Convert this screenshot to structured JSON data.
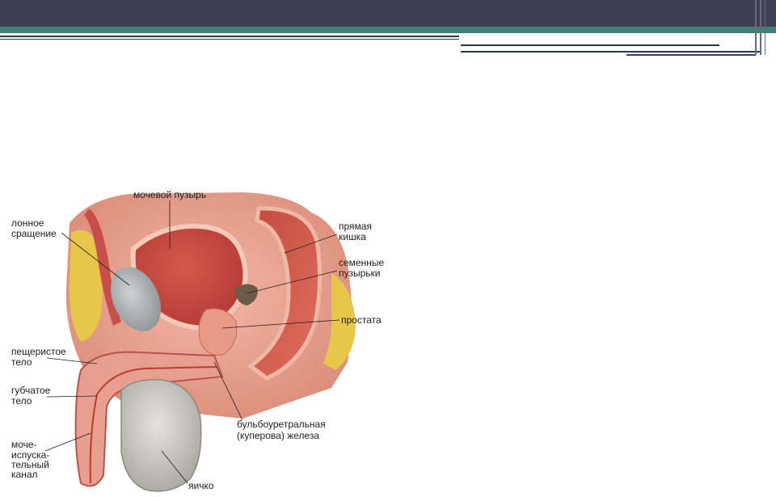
{
  "slide": {
    "colors": {
      "header": "#3d3f52",
      "accent": "#3f7f7a",
      "rule": "#2a3a45"
    }
  },
  "diagram": {
    "labels": {
      "bladder": "мочевой пузырь",
      "pubic_symphysis_1": "лонное",
      "pubic_symphysis_2": "сращение",
      "rectum_1": "прямая",
      "rectum_2": "кишка",
      "seminal_1": "семенные",
      "seminal_2": "пузырьки",
      "prostate": "простата",
      "cavernous_1": "пещеристое",
      "cavernous_2": "тело",
      "spongy_1": "губчатое",
      "spongy_2": "тело",
      "bulbo_1": "бульбоуретральная",
      "bulbo_2": "(куперова) железа",
      "urethra_1": "моче-",
      "urethra_2": "испуска-",
      "urethra_3": "тельный",
      "urethra_4": "канал",
      "testis": "яичко"
    }
  }
}
